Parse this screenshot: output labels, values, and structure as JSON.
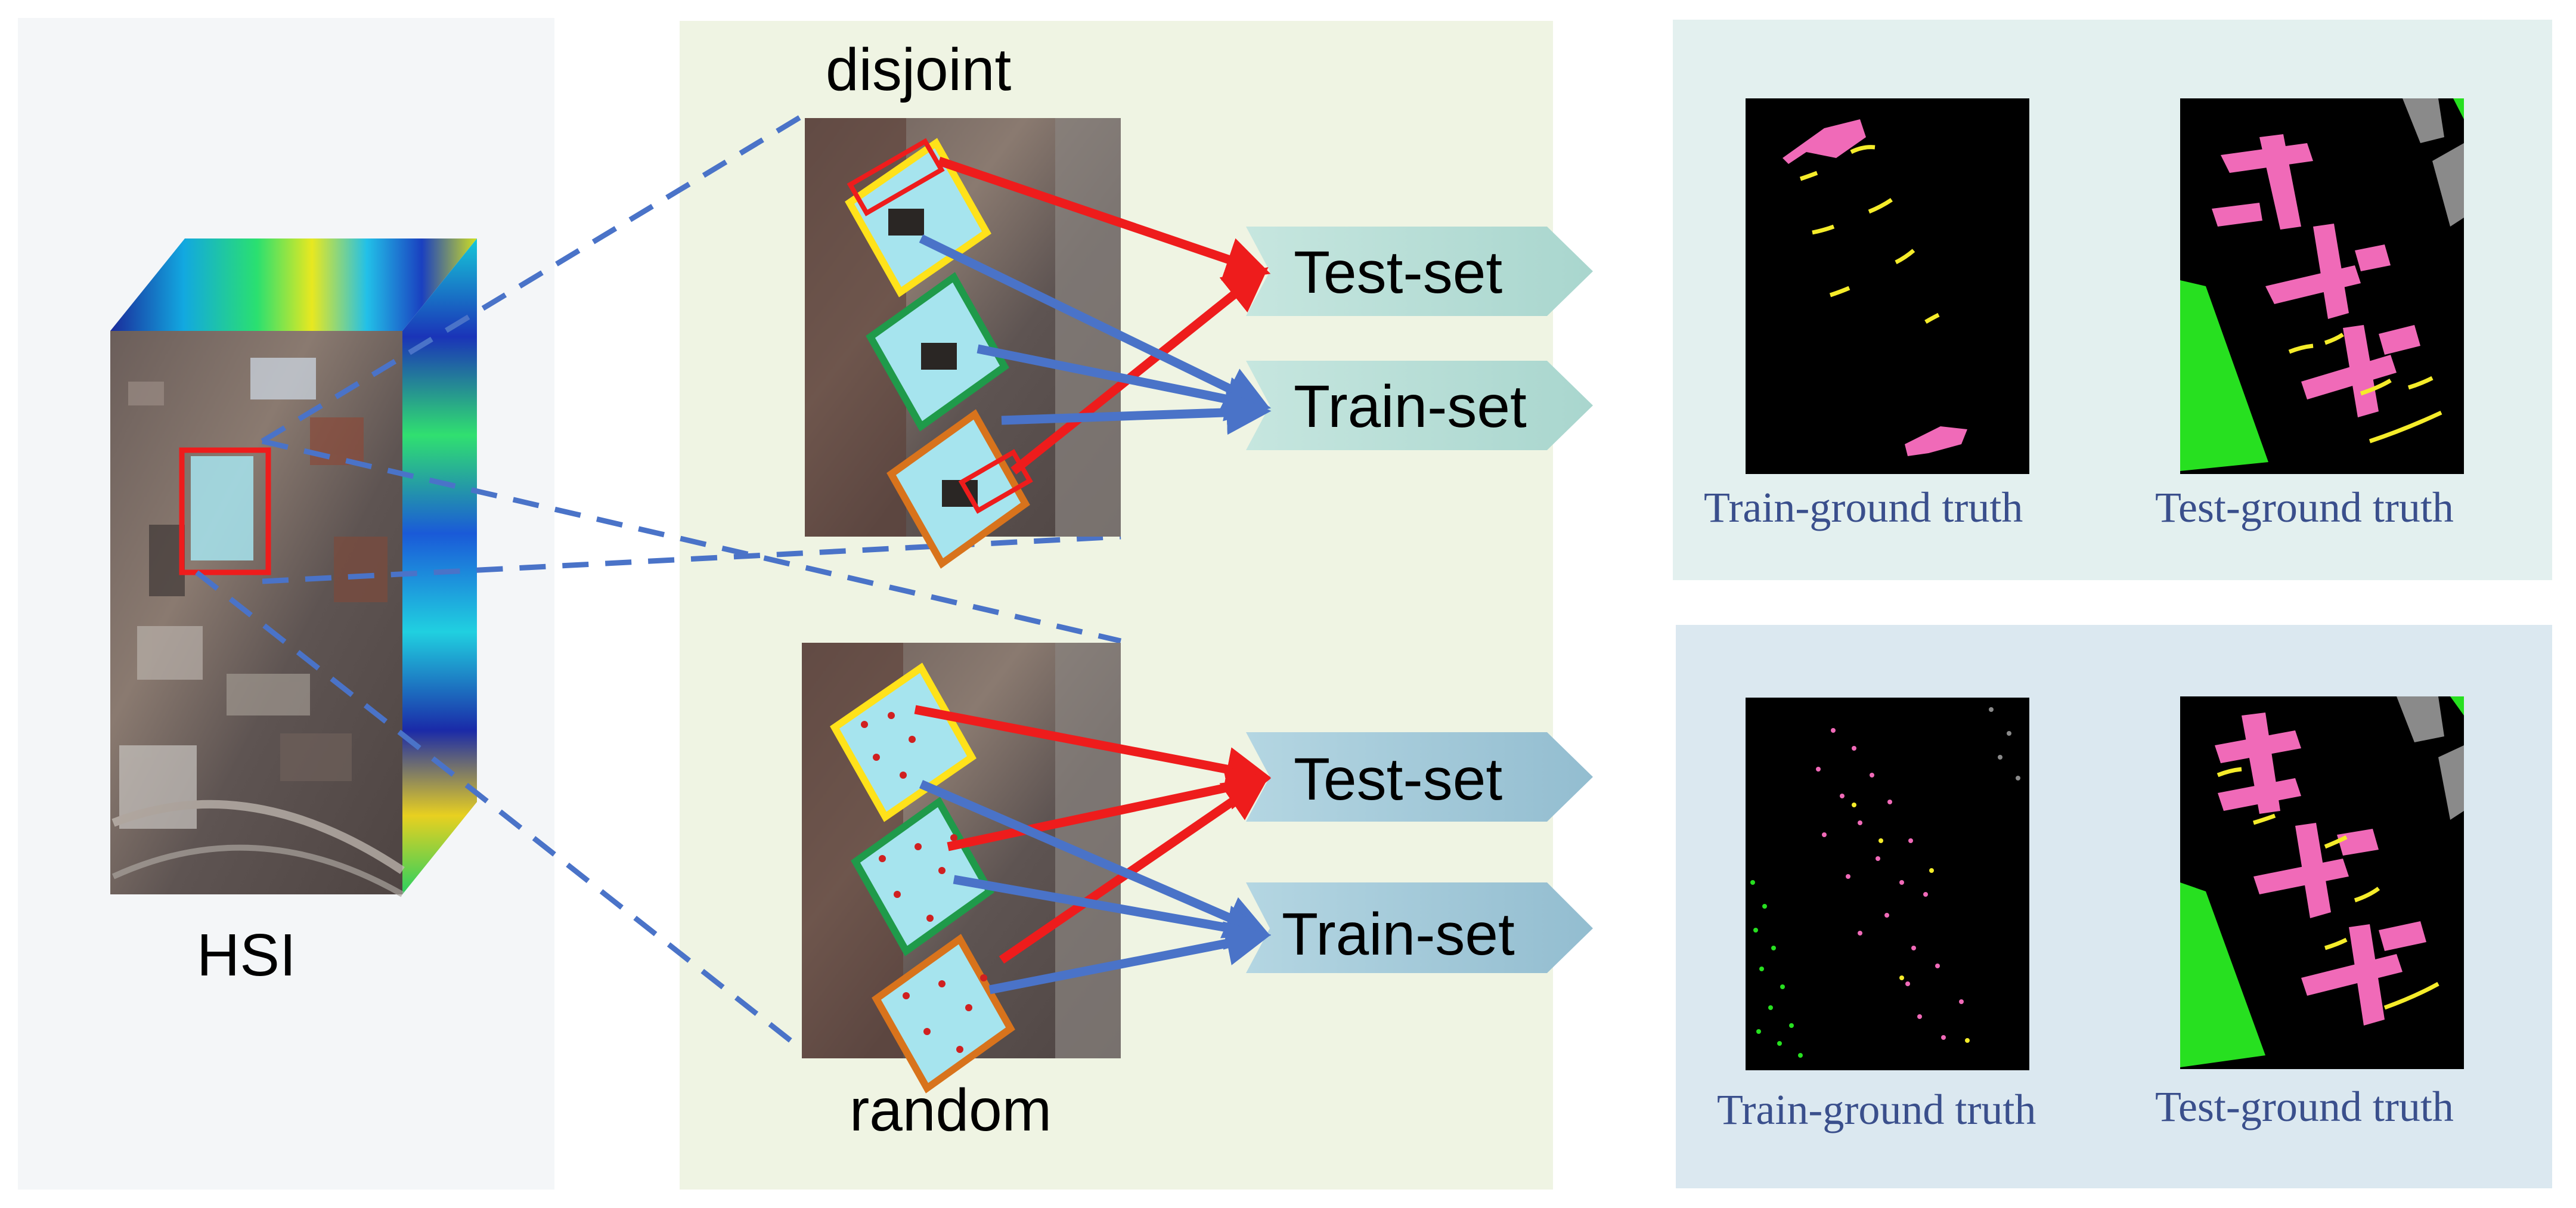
{
  "labels": {
    "hsi": "HSI",
    "disjoint": "disjoint",
    "random": "random"
  },
  "sets": {
    "test_set_1": "Test-set",
    "train_set_1": "Train-set",
    "test_set_2": "Test-set",
    "train_set_2": "Train-set"
  },
  "ground_truth": {
    "train_1": "Train-ground truth",
    "test_1": "Test-ground truth",
    "train_2": "Train-ground truth",
    "test_2": "Test-ground truth"
  },
  "colors": {
    "hsi_panel_bg": "#f4f6f8",
    "split_panel_bg": "#eff4e3",
    "disjoint_panel_bg": "#e3f0ef",
    "random_panel_bg": "#dbe8f0",
    "test_arrow": "#ee1c1c",
    "train_arrow": "#4a73c8",
    "dashed_line": "#4a73c8",
    "tag_top": "#b7ded8",
    "tag_bottom": "#9fc4d4",
    "caption_text": "#3a4f8c",
    "gt_pink": "#f06ab8",
    "gt_yellow": "#f5ec2a",
    "gt_green": "#27e020",
    "gt_gray": "#8a8a8a",
    "region_yellow": "#ffe21a",
    "region_green": "#1f9a4a",
    "region_orange": "#d8731c"
  }
}
